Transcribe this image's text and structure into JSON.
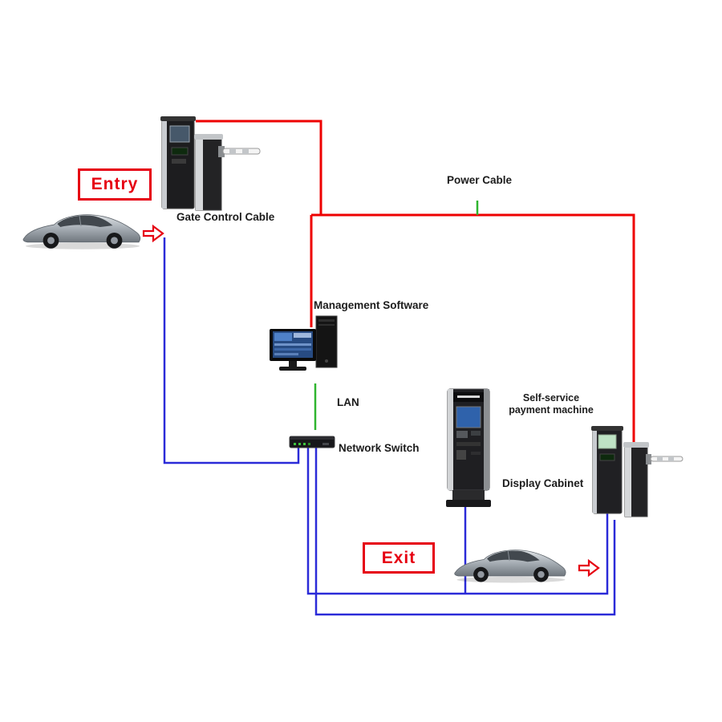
{
  "labels": {
    "entry": "Entry",
    "exit": "Exit",
    "gate_control_cable": "Gate Control Cable",
    "power_cable": "Power Cable",
    "management_software": "Management Software",
    "lan": "LAN",
    "network_switch": "Network Switch",
    "self_service_line1": "Self-service",
    "self_service_line2": "payment machine",
    "display_cabinet": "Display Cabinet"
  },
  "colors": {
    "power_cable": "#ee0000",
    "network_cable": "#2b2bd8",
    "lan_cable": "#2fb52f",
    "label_text": "#1c1c1c",
    "entry_exit": "#e60012"
  }
}
